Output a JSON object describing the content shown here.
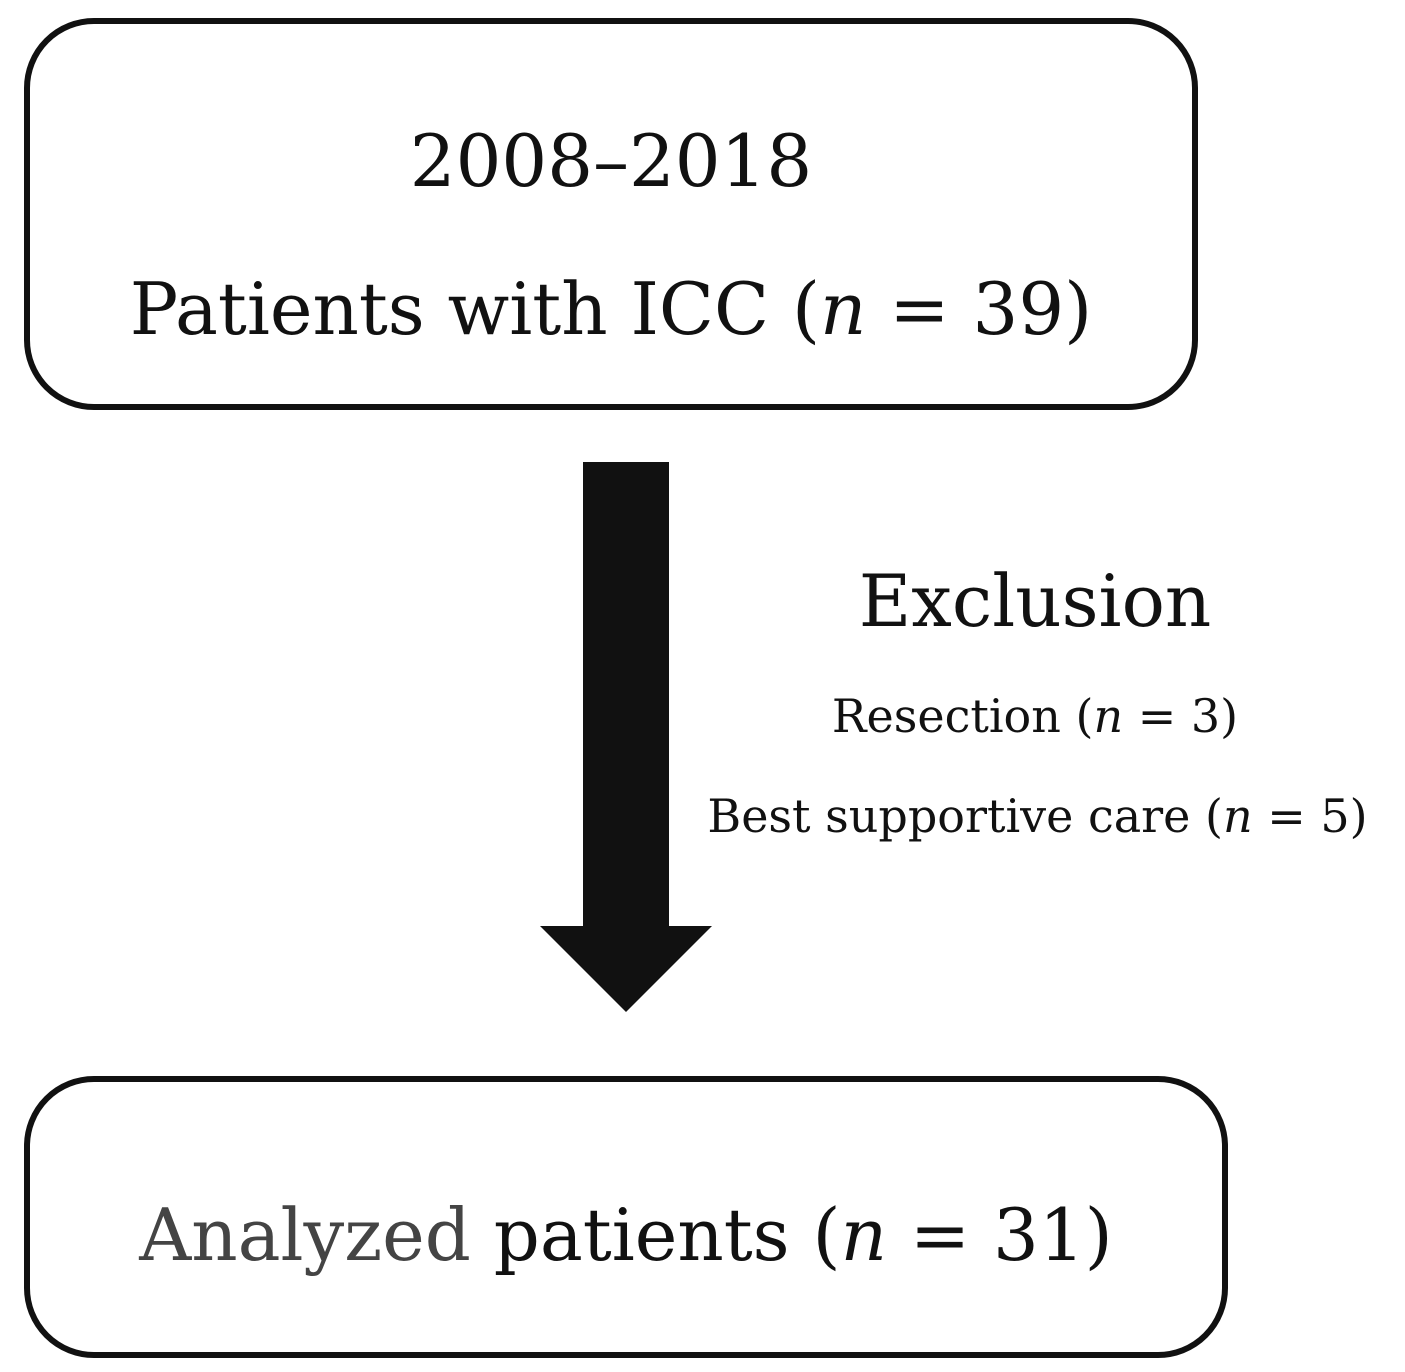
{
  "top_box": {
    "years": "2008–2018",
    "label": "Patients with ICC (",
    "n_var": "n",
    "n_value": " = 39)"
  },
  "exclusion": {
    "title": "Exclusion",
    "items": [
      {
        "label": "Resection (",
        "n_var": "n",
        "n_value": " = 3)"
      },
      {
        "label": "Best supportive care (",
        "n_var": "n",
        "n_value": " = 5)"
      }
    ]
  },
  "bottom_box": {
    "label_grey": "Analyzed",
    "label": " patients (",
    "n_var": "n",
    "n_value": " = 31)"
  },
  "colors": {
    "stroke": "#111111",
    "grey_text": "#444444"
  }
}
